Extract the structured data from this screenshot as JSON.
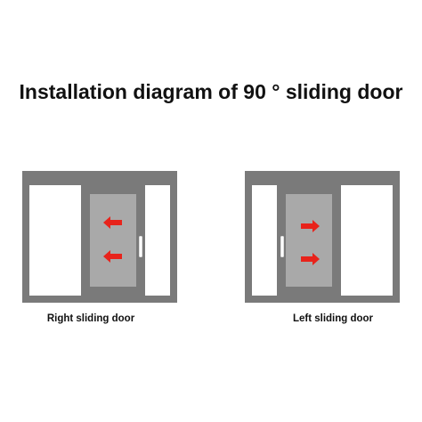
{
  "title": "Installation diagram of 90 ° sliding door",
  "diagrams": [
    {
      "caption": "Right sliding door",
      "arrow_direction": "left"
    },
    {
      "caption": "Left sliding door",
      "arrow_direction": "right"
    }
  ],
  "colors": {
    "frame": "#7a7a7a",
    "panel_fill": "#a9a9a9",
    "opening": "#ffffff",
    "handle": "#ffffff",
    "arrow": "#e8231b",
    "text": "#111111"
  }
}
